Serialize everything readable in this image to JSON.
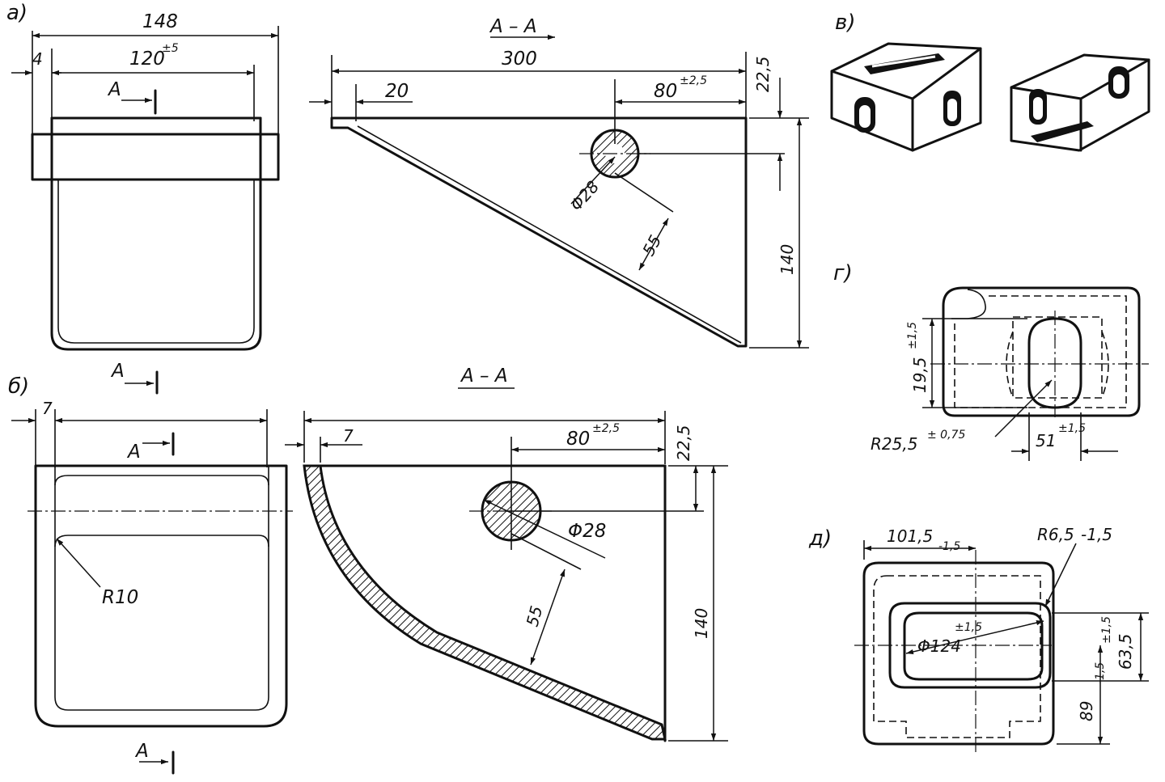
{
  "views": {
    "a": {
      "label": "а)",
      "front": {
        "dim_total": "148",
        "dim_inner": "120",
        "dim_inner_tol": "±5",
        "dim_flange": "4",
        "section_top": "A",
        "section_bottom": "A"
      },
      "section": {
        "title": "A – A",
        "dim_length": "300",
        "dim_lip": "20",
        "dim_hole_pos": "80",
        "dim_hole_pos_tol": "±2,5",
        "dim_top": "22,5",
        "dim_height": "140",
        "dim_hole_dia": "Φ28",
        "dim_edge": "55"
      }
    },
    "b": {
      "label": "б)",
      "front": {
        "dim_flange": "7",
        "section_top": "A",
        "section_bottom": "A",
        "radius": "R10"
      },
      "section": {
        "title": "A – A",
        "dim_lip": "7",
        "dim_hole_pos": "80",
        "dim_hole_pos_tol": "±2,5",
        "dim_top": "22,5",
        "dim_height": "140",
        "dim_hole_dia": "Φ28",
        "dim_edge": "55"
      }
    },
    "v": {
      "label": "в)"
    },
    "g": {
      "label": "г)",
      "dim_height": "19,5",
      "dim_height_tol": "±1,5",
      "dim_radius": "R25,5",
      "dim_radius_tol": "± 0,75",
      "dim_width": "51",
      "dim_width_tol": "±1,5"
    },
    "d": {
      "label": "д)",
      "dim_offset": "101,5",
      "dim_offset_tol": "-1,5",
      "dim_radius": "R6,5",
      "dim_radius_tol": "-1,5",
      "dim_length": "Φ124",
      "dim_length_tol": "±1,5",
      "dim_height": "63,5",
      "dim_height_tol": "±1,5",
      "dim_center": "89",
      "dim_center_tol": "-1,5"
    }
  }
}
